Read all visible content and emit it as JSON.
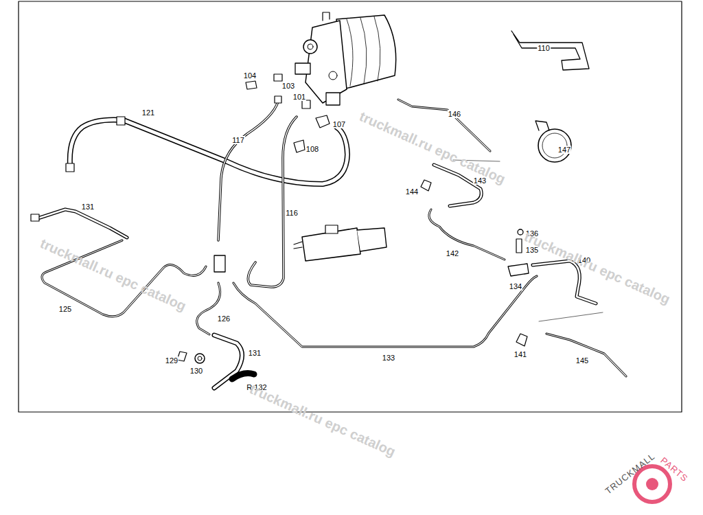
{
  "diagram": {
    "labels": [
      "104",
      "103",
      "101",
      "107",
      "108",
      "117",
      "116",
      "121",
      "110",
      "146",
      "147",
      "143",
      "144",
      "142",
      "136",
      "135",
      "134",
      "140",
      "131",
      "125",
      "126",
      "133",
      "141",
      "145",
      "129",
      "130",
      "131",
      "R 132",
      "truckmall.ru epc catalog",
      "truckmall.ru epc catalog",
      "truckmall.ru epc catalog",
      "truckmall.ru epc catalog",
      "TRUCKMALL",
      "PARTS"
    ]
  }
}
